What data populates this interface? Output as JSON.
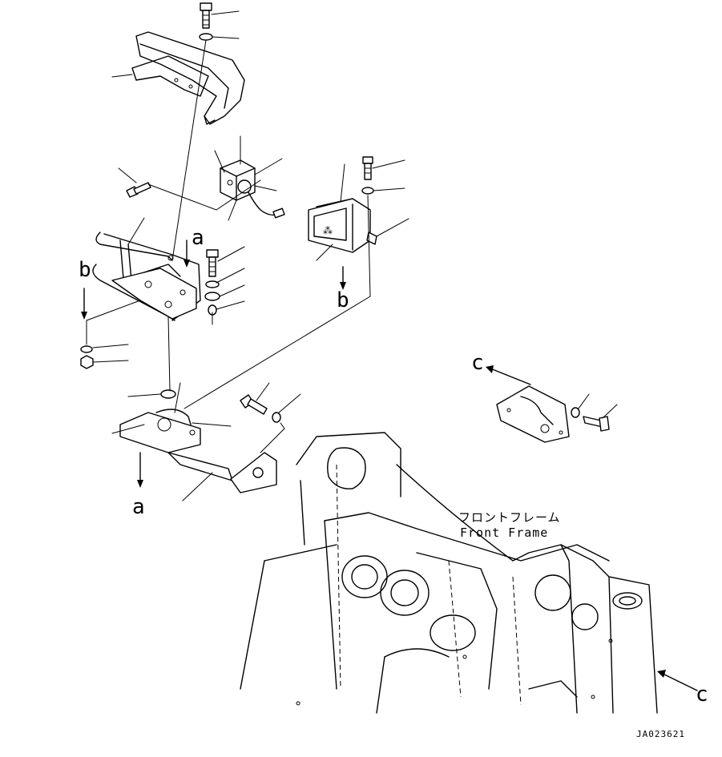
{
  "labels": {
    "a_upper": "a",
    "a_lower": "a",
    "b_left": "b",
    "b_right": "b",
    "c_upper": "c",
    "c_lower": "c"
  },
  "frame_label": {
    "jp": "フロントフレーム",
    "en": "Front Frame"
  },
  "drawing_code": "JA023621"
}
